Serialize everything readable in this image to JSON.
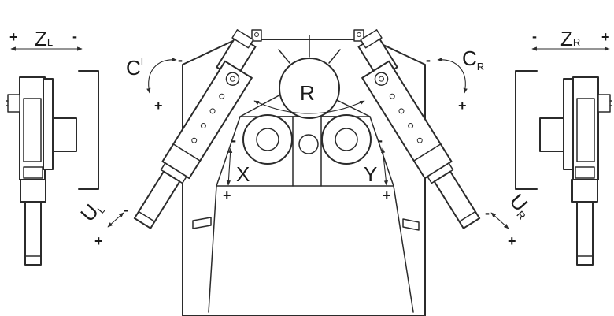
{
  "labels": {
    "roll_center": "R",
    "axis_x": "X",
    "axis_y": "Y",
    "z_left": {
      "main": "Z",
      "sub": "L"
    },
    "z_right": {
      "main": "Z",
      "sub": "R"
    },
    "c_left": {
      "main": "C",
      "sub": "L"
    },
    "c_right": {
      "main": "C",
      "sub": "R"
    },
    "u_left": {
      "main": "U",
      "sub": "L"
    },
    "u_right": {
      "main": "U",
      "sub": "R"
    }
  },
  "signs": {
    "plus": "+",
    "minus": "-"
  },
  "colors": {
    "line": "#2b2b2b",
    "background": "#ffffff"
  }
}
